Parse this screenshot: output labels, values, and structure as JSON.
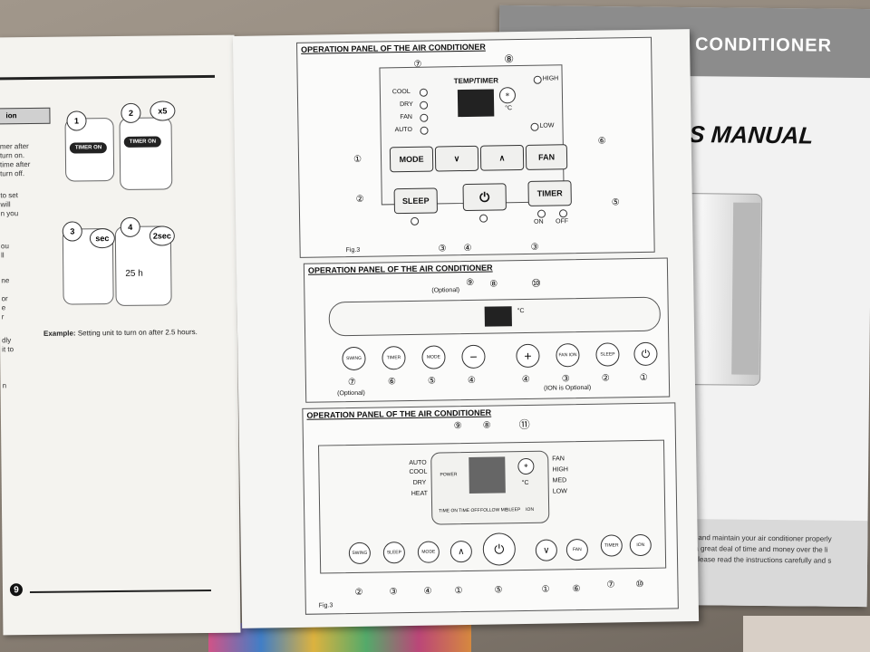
{
  "left_page": {
    "tab_label": "ion",
    "snippets": [
      "mer after",
      "turn on.",
      "time after",
      "turn off.",
      "to set",
      "will",
      "n you",
      "ou",
      "ll",
      "ne",
      "or",
      "e",
      "r",
      "dly",
      "it to",
      "n"
    ],
    "timer_on_label": "TIMER ON",
    "badge_x5": "x5",
    "badge_sec": "sec",
    "badge_2sec": "2sec",
    "display_value": "25 h",
    "step_numbers": [
      "1",
      "2",
      "3",
      "4"
    ],
    "example_label": "Example:",
    "example_text": "Setting unit to turn on after 2.5 hours.",
    "page_number": "9"
  },
  "cover": {
    "brand": "AIR CONDITIONER",
    "manual_title": "ER'S MANUAL",
    "intro_lines": [
      "use and maintain your air conditioner properly",
      "ou a great deal of time and money over the li",
      "ct, please read the instructions carefully and s"
    ]
  },
  "sheet": {
    "panel1": {
      "title": "OPERATION PANEL OF THE AIR CONDITIONER",
      "modes": [
        "COOL",
        "DRY",
        "FAN",
        "AUTO"
      ],
      "temp_timer": "TEMP/TIMER",
      "high": "HIGH",
      "low": "LOW",
      "celsius": "°C",
      "btn_mode": "MODE",
      "btn_down": "∨",
      "btn_up": "∧",
      "btn_fan": "FAN",
      "btn_sleep": "SLEEP",
      "btn_power": "⏻",
      "btn_timer": "TIMER",
      "on": "ON",
      "off": "OFF",
      "fig": "Fig.3",
      "callouts": [
        "⑦",
        "⑧",
        "①",
        "⑥",
        "②",
        "⑤",
        "③",
        "④",
        "③"
      ]
    },
    "panel2": {
      "title": "OPERATION PANEL OF THE AIR CONDITIONER",
      "optional_top": "(Optional)",
      "callouts_top": [
        "⑨",
        "⑧",
        "⑩"
      ],
      "buttons": [
        "SWING",
        "TIMER",
        "MODE",
        "−",
        "+",
        "FAN ION",
        "SLEEP",
        "⏻"
      ],
      "callouts_bottom": [
        "⑦",
        "⑥",
        "⑤",
        "④",
        "④",
        "③",
        "②",
        "①"
      ],
      "optional_left": "(Optional)",
      "ion_optional": "(ION is Optional)",
      "celsius": "°C"
    },
    "panel3": {
      "title": "OPERATION PANEL OF THE AIR CONDITIONER",
      "callouts_top": [
        "⑨",
        "⑧",
        "⑪"
      ],
      "modes_left": [
        "AUTO",
        "COOL",
        "DRY",
        "HEAT"
      ],
      "fan_right": [
        "FAN",
        "HIGH",
        "MED",
        "LOW"
      ],
      "power": "POWER",
      "celsius": "°C",
      "indicators": [
        "TIME ON",
        "TIME OFF",
        "FOLLOW ME",
        "SLEEP",
        "ION"
      ],
      "buttons": [
        "SWING",
        "SLEEP",
        "MODE",
        "∧",
        "⏻",
        "∨",
        "FAN",
        "TIMER",
        "ION"
      ],
      "callouts_bottom": [
        "②",
        "③",
        "④",
        "①",
        "⑤",
        "①",
        "⑥",
        "⑦",
        "⑩"
      ],
      "fig": "Fig.3"
    }
  }
}
